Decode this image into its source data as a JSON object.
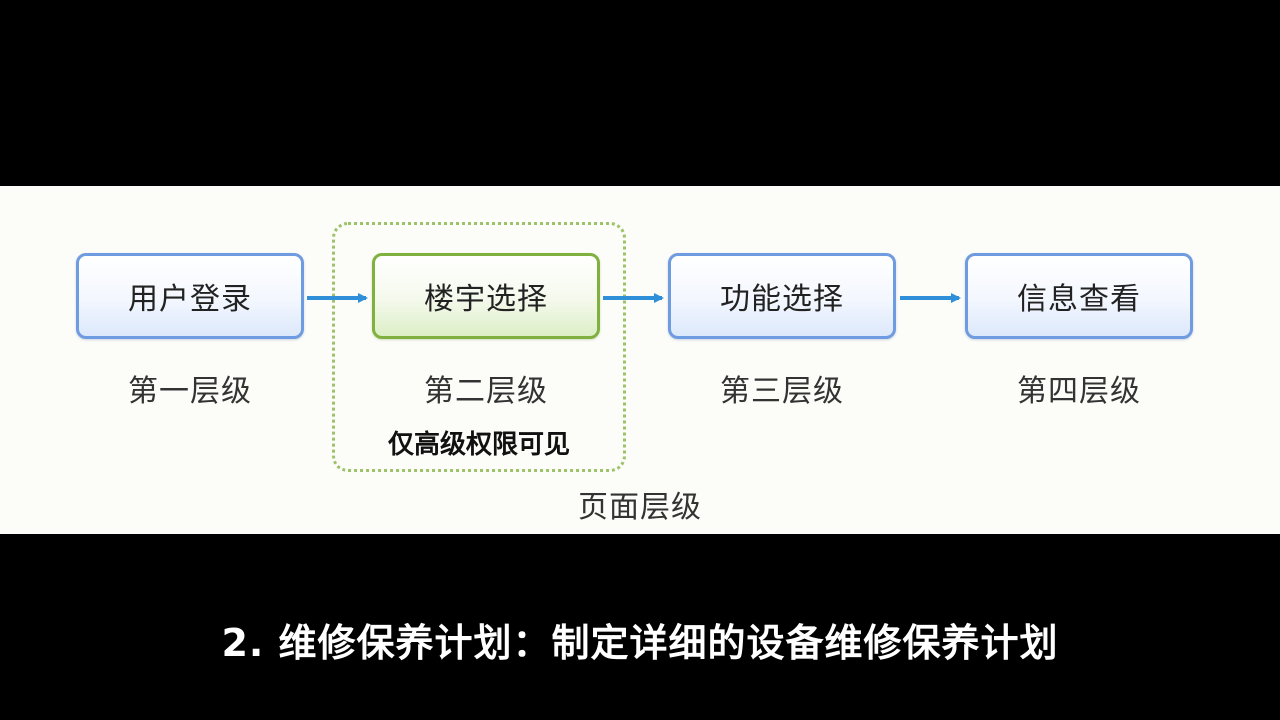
{
  "diagram": {
    "nodes": [
      {
        "label": "用户登录",
        "level": "第一层级",
        "style": "blue"
      },
      {
        "label": "楼宇选择",
        "level": "第二层级",
        "style": "green"
      },
      {
        "label": "功能选择",
        "level": "第三层级",
        "style": "blue"
      },
      {
        "label": "信息查看",
        "level": "第四层级",
        "style": "blue"
      }
    ],
    "group_note": "仅高级权限可见",
    "page_level_label": "页面层级",
    "colors": {
      "blue_border": "#6f9be0",
      "green_border": "#7fb040",
      "arrow": "#2f8fd8",
      "group_border": "#9cc26a"
    }
  },
  "caption": "2. 维修保养计划：制定详细的设备维修保养计划"
}
